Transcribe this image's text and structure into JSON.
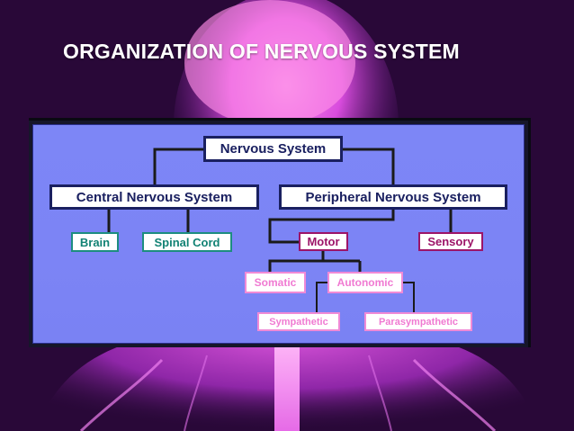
{
  "slide": {
    "title": "ORGANIZATION OF NERVOUS SYSTEM"
  },
  "colors": {
    "background": "#14031f",
    "glow": "#d23fe0",
    "panel": "#7c84f5",
    "dark_navy": "#1a2060",
    "teal": "#128274",
    "magenta": "#9c1468",
    "pink": "#f07ad2"
  },
  "diagram": {
    "root": "Nervous System",
    "central": "Central Nervous System",
    "peripheral": "Peripheral Nervous System",
    "brain": "Brain",
    "spinal_cord": "Spinal Cord",
    "motor": "Motor",
    "sensory": "Sensory",
    "somatic": "Somatic",
    "autonomic": "Autonomic",
    "sympathetic": "Sympathetic",
    "parasympathetic": "Parasympathetic"
  }
}
